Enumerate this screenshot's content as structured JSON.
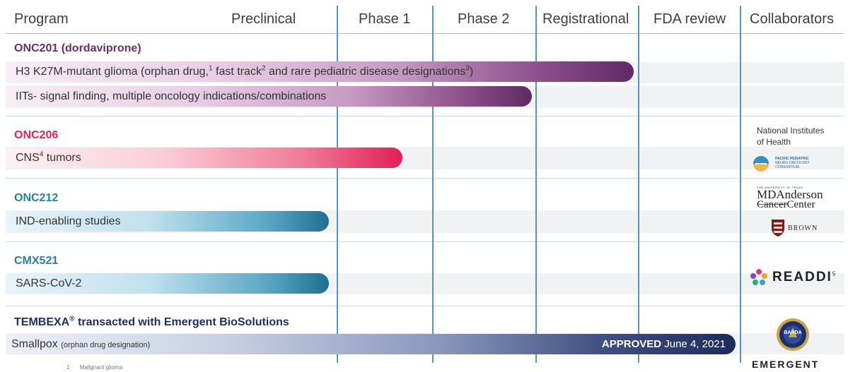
{
  "header": {
    "program": "Program",
    "preclinical": "Preclinical",
    "phase1": "Phase 1",
    "phase2": "Phase 2",
    "registrational": "Registrational",
    "fda_review": "FDA review",
    "collaborators": "Collaborators"
  },
  "programs": {
    "onc201": {
      "name": "ONC201 (dordaviprone)",
      "bar1_text": "H3 K27M-mutant glioma (orphan drug,",
      "bar1_sup1": "1",
      "bar1_mid": " fast track",
      "bar1_sup2": "2",
      "bar1_end": "  and rare pediatric disease designations",
      "bar1_sup3": "3",
      "bar1_close": ")",
      "bar2_text": "IITs- signal finding, multiple oncology indications/combinations"
    },
    "onc206": {
      "name": "ONC206",
      "bar_text_a": "CNS",
      "bar_sup": "4",
      "bar_text_b": " tumors"
    },
    "onc212": {
      "name": "ONC212",
      "bar_text": "IND-enabling studies"
    },
    "cmx521": {
      "name": "CMX521",
      "bar_text": "SARS-CoV-2"
    },
    "tembexa": {
      "name_a": "TEMBEXA",
      "name_sup": "®",
      "name_b": " transacted with Emergent BioSolutions",
      "bar_text": "Smallpox",
      "bar_small": "(orphan drug designation)",
      "approved_label": "APPROVED",
      "approved_date": " June 4, 2021"
    }
  },
  "collaborators": {
    "nih": "National Institutes\nof Health",
    "ppnoc_line1": "PACIFIC PEDIATRIC",
    "ppnoc_line2": "NEURO-ONCOLOGY",
    "ppnoc_line3": "CONSORTIUM",
    "mda_top": "THE UNIVERSITY OF TEXAS",
    "mda_line1": "MDAnderson",
    "mda_line2a": "Cancer",
    "mda_line2b": "Center",
    "brown": "BROWN",
    "readdi": "READDI",
    "readdi_sup": "5",
    "barda": "BARDA",
    "emergent": "EMERGENT"
  },
  "footnote": {
    "num": "1",
    "text": "Malignant glioma"
  },
  "colors": {
    "onc201": "#6a2f6e",
    "onc206": "#e0245a",
    "onc212": "#2a7ea0",
    "tembexa": "#1f2e5a",
    "grid": "#5a93b8"
  }
}
